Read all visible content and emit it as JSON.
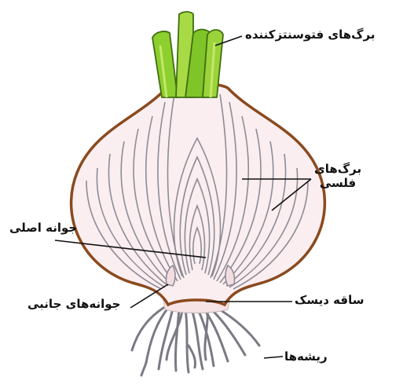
{
  "labels": {
    "photosynthetic_leaves": "برگ‌های فتوسنتزکننده",
    "scale_leaves_line1": "برگ‌های",
    "scale_leaves_line2": "فلسی",
    "main_bud": "جوانه اصلی",
    "lateral_buds": "جوانه‌های جانبی",
    "disk_stem": "ساقه دیسک",
    "roots": "ریشه‌ها"
  },
  "colors": {
    "green_leaf": "#8ccf2e",
    "green_leaf_light": "#c4e86a",
    "skin": "#8a4a1e",
    "flesh": "#fbeef0",
    "scale_line": "#8c8c96",
    "root": "#7a7a84",
    "leader": "#111111"
  }
}
